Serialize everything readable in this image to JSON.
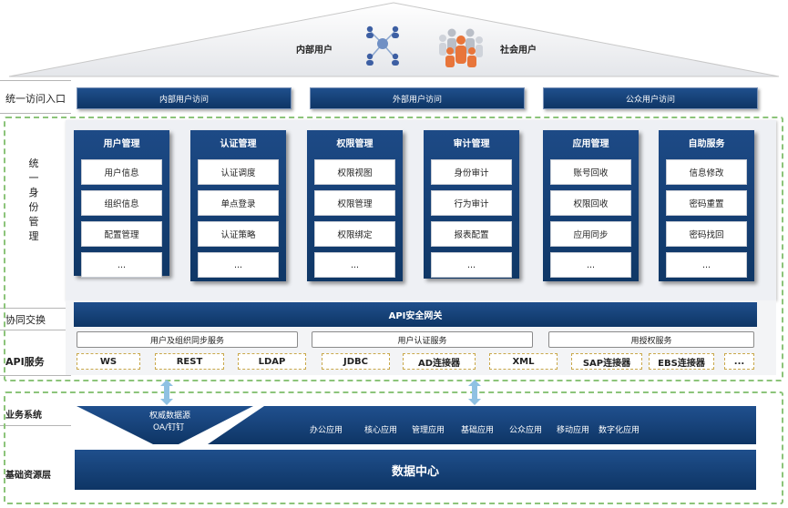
{
  "roof": {
    "internal_users": "内部用户",
    "public_users": "社会用户"
  },
  "left_labels": {
    "entry": "统一访问入口",
    "identity": [
      "统",
      "一",
      "身",
      "份",
      "管",
      "理"
    ],
    "exchange": "协同交换",
    "api": "API服务",
    "business": "业务系统",
    "infra": "基础资源层"
  },
  "entries": [
    "内部用户访问",
    "外部用户访问",
    "公众用户访问"
  ],
  "modules": [
    {
      "title": "用户管理",
      "items": [
        "用户信息",
        "组织信息",
        "配置管理",
        "..."
      ]
    },
    {
      "title": "认证管理",
      "items": [
        "认证调度",
        "单点登录",
        "认证策略",
        "..."
      ]
    },
    {
      "title": "权限管理",
      "items": [
        "权限视图",
        "权限管理",
        "权限绑定",
        "..."
      ]
    },
    {
      "title": "审计管理",
      "items": [
        "身份审计",
        "行为审计",
        "报表配置",
        "..."
      ]
    },
    {
      "title": "应用管理",
      "items": [
        "账号回收",
        "权限回收",
        "应用同步",
        "..."
      ]
    },
    {
      "title": "自助服务",
      "items": [
        "信息修改",
        "密码重置",
        "密码找回",
        "..."
      ]
    }
  ],
  "gateway": "API安全网关",
  "services": [
    "用户及组织同步服务",
    "用户认证服务",
    "用授权服务"
  ],
  "protocols": [
    "WS",
    "REST",
    "LDAP",
    "JDBC",
    "AD连接器",
    "XML",
    "SAP连接器",
    "EBS连接器",
    "..."
  ],
  "business": {
    "authority_source": "权威数据源",
    "authority_sub": "OA/钉钉",
    "apps": [
      "办公应用",
      "核心应用",
      "管理应用",
      "基础应用",
      "公众应用",
      "移动应用",
      "数字化应用"
    ]
  },
  "datacenter": "数据中心",
  "colors": {
    "navy": "#0f3766",
    "dash_green": "#8cc47a",
    "arrow_blue": "#8fc1e3",
    "proto_border": "#c9a84a"
  },
  "icons": {
    "internal_users": "people-network-icon",
    "public_users": "crowd-icon",
    "flow": "double-arrow-icon"
  }
}
